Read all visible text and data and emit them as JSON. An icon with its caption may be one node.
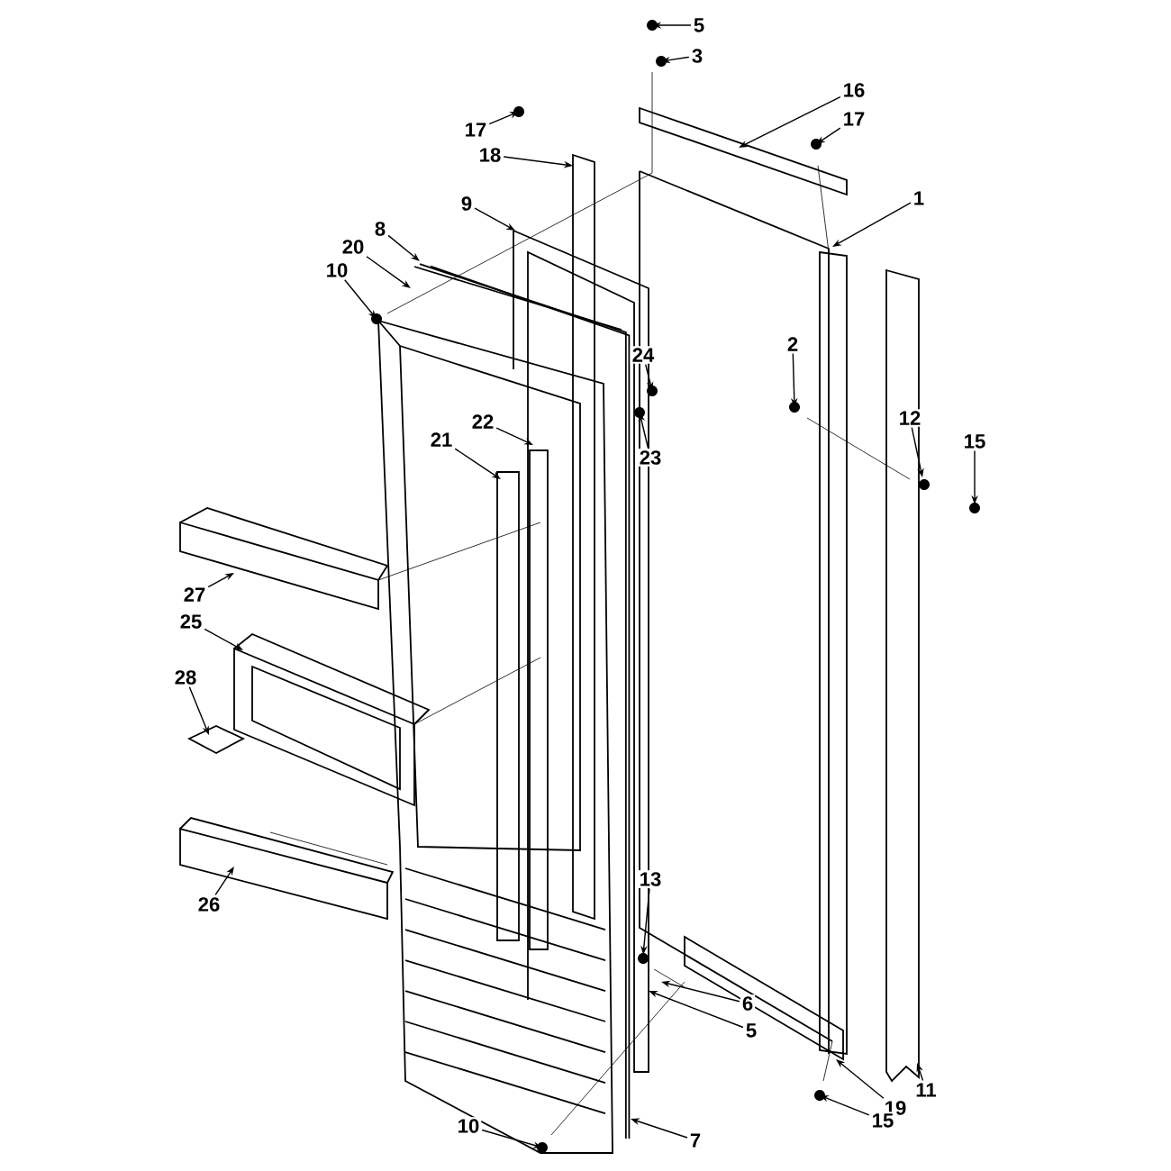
{
  "diagram": {
    "nodes": [
      {
        "text": [
          "5"
        ]
      },
      {
        "text": [
          "3"
        ]
      },
      {
        "text": [
          "16"
        ]
      },
      {
        "text": [
          "17"
        ]
      },
      {
        "text": [
          "17"
        ]
      },
      {
        "text": [
          "18"
        ]
      },
      {
        "text": [
          "1"
        ]
      },
      {
        "text": [
          "9"
        ]
      },
      {
        "text": [
          "8"
        ]
      },
      {
        "text": [
          "20"
        ]
      },
      {
        "text": [
          "10"
        ]
      },
      {
        "text": [
          "2"
        ]
      },
      {
        "text": [
          "24"
        ]
      },
      {
        "text": [
          "23"
        ]
      },
      {
        "text": [
          "22"
        ]
      },
      {
        "text": [
          "21"
        ]
      },
      {
        "text": [
          "12"
        ]
      },
      {
        "text": [
          "15"
        ]
      },
      {
        "text": [
          "27"
        ]
      },
      {
        "text": [
          "25"
        ]
      },
      {
        "text": [
          "28"
        ]
      },
      {
        "text": [
          "26"
        ]
      },
      {
        "text": [
          "13"
        ]
      },
      {
        "text": [
          "6"
        ]
      },
      {
        "text": [
          "5"
        ]
      },
      {
        "text": [
          "19"
        ]
      },
      {
        "text": [
          "11"
        ]
      },
      {
        "text": [
          "15"
        ]
      },
      {
        "text": [
          "10"
        ]
      },
      {
        "text": [
          "7"
        ]
      }
    ],
    "edges": [
      {
        "from": 0,
        "to": null,
        "arrow": "to"
      },
      {
        "from": 1,
        "to": null,
        "arrow": "to"
      },
      {
        "from": 2,
        "to": null,
        "arrow": "to"
      },
      {
        "from": 3,
        "to": null,
        "arrow": "to"
      },
      {
        "from": 4,
        "to": null,
        "arrow": "to"
      },
      {
        "from": 5,
        "to": null,
        "arrow": "to"
      },
      {
        "from": 6,
        "to": null,
        "arrow": "to"
      },
      {
        "from": 7,
        "to": null,
        "arrow": "to"
      },
      {
        "from": 8,
        "to": null,
        "arrow": "to"
      },
      {
        "from": 9,
        "to": null,
        "arrow": "to"
      },
      {
        "from": 10,
        "to": null,
        "arrow": "to"
      },
      {
        "from": 11,
        "to": null,
        "arrow": "to"
      },
      {
        "from": 12,
        "to": null,
        "arrow": "to"
      },
      {
        "from": 13,
        "to": null,
        "arrow": "to"
      },
      {
        "from": 14,
        "to": null,
        "arrow": "to"
      },
      {
        "from": 15,
        "to": null,
        "arrow": "to"
      },
      {
        "from": 16,
        "to": null,
        "arrow": "to"
      },
      {
        "from": 17,
        "to": null,
        "arrow": "to"
      },
      {
        "from": 18,
        "to": null,
        "arrow": "to"
      },
      {
        "from": 19,
        "to": null,
        "arrow": "to"
      },
      {
        "from": 20,
        "to": null,
        "arrow": "to"
      },
      {
        "from": 21,
        "to": null,
        "arrow": "to"
      },
      {
        "from": 22,
        "to": null,
        "arrow": "to"
      },
      {
        "from": 23,
        "to": null,
        "arrow": "to"
      },
      {
        "from": 24,
        "to": null,
        "arrow": "to"
      },
      {
        "from": 25,
        "to": null,
        "arrow": "to"
      },
      {
        "from": 26,
        "to": null,
        "arrow": "to"
      },
      {
        "from": 27,
        "to": null,
        "arrow": "to"
      },
      {
        "from": 28,
        "to": null,
        "arrow": "to"
      },
      {
        "from": 29,
        "to": null,
        "arrow": "to"
      }
    ]
  }
}
